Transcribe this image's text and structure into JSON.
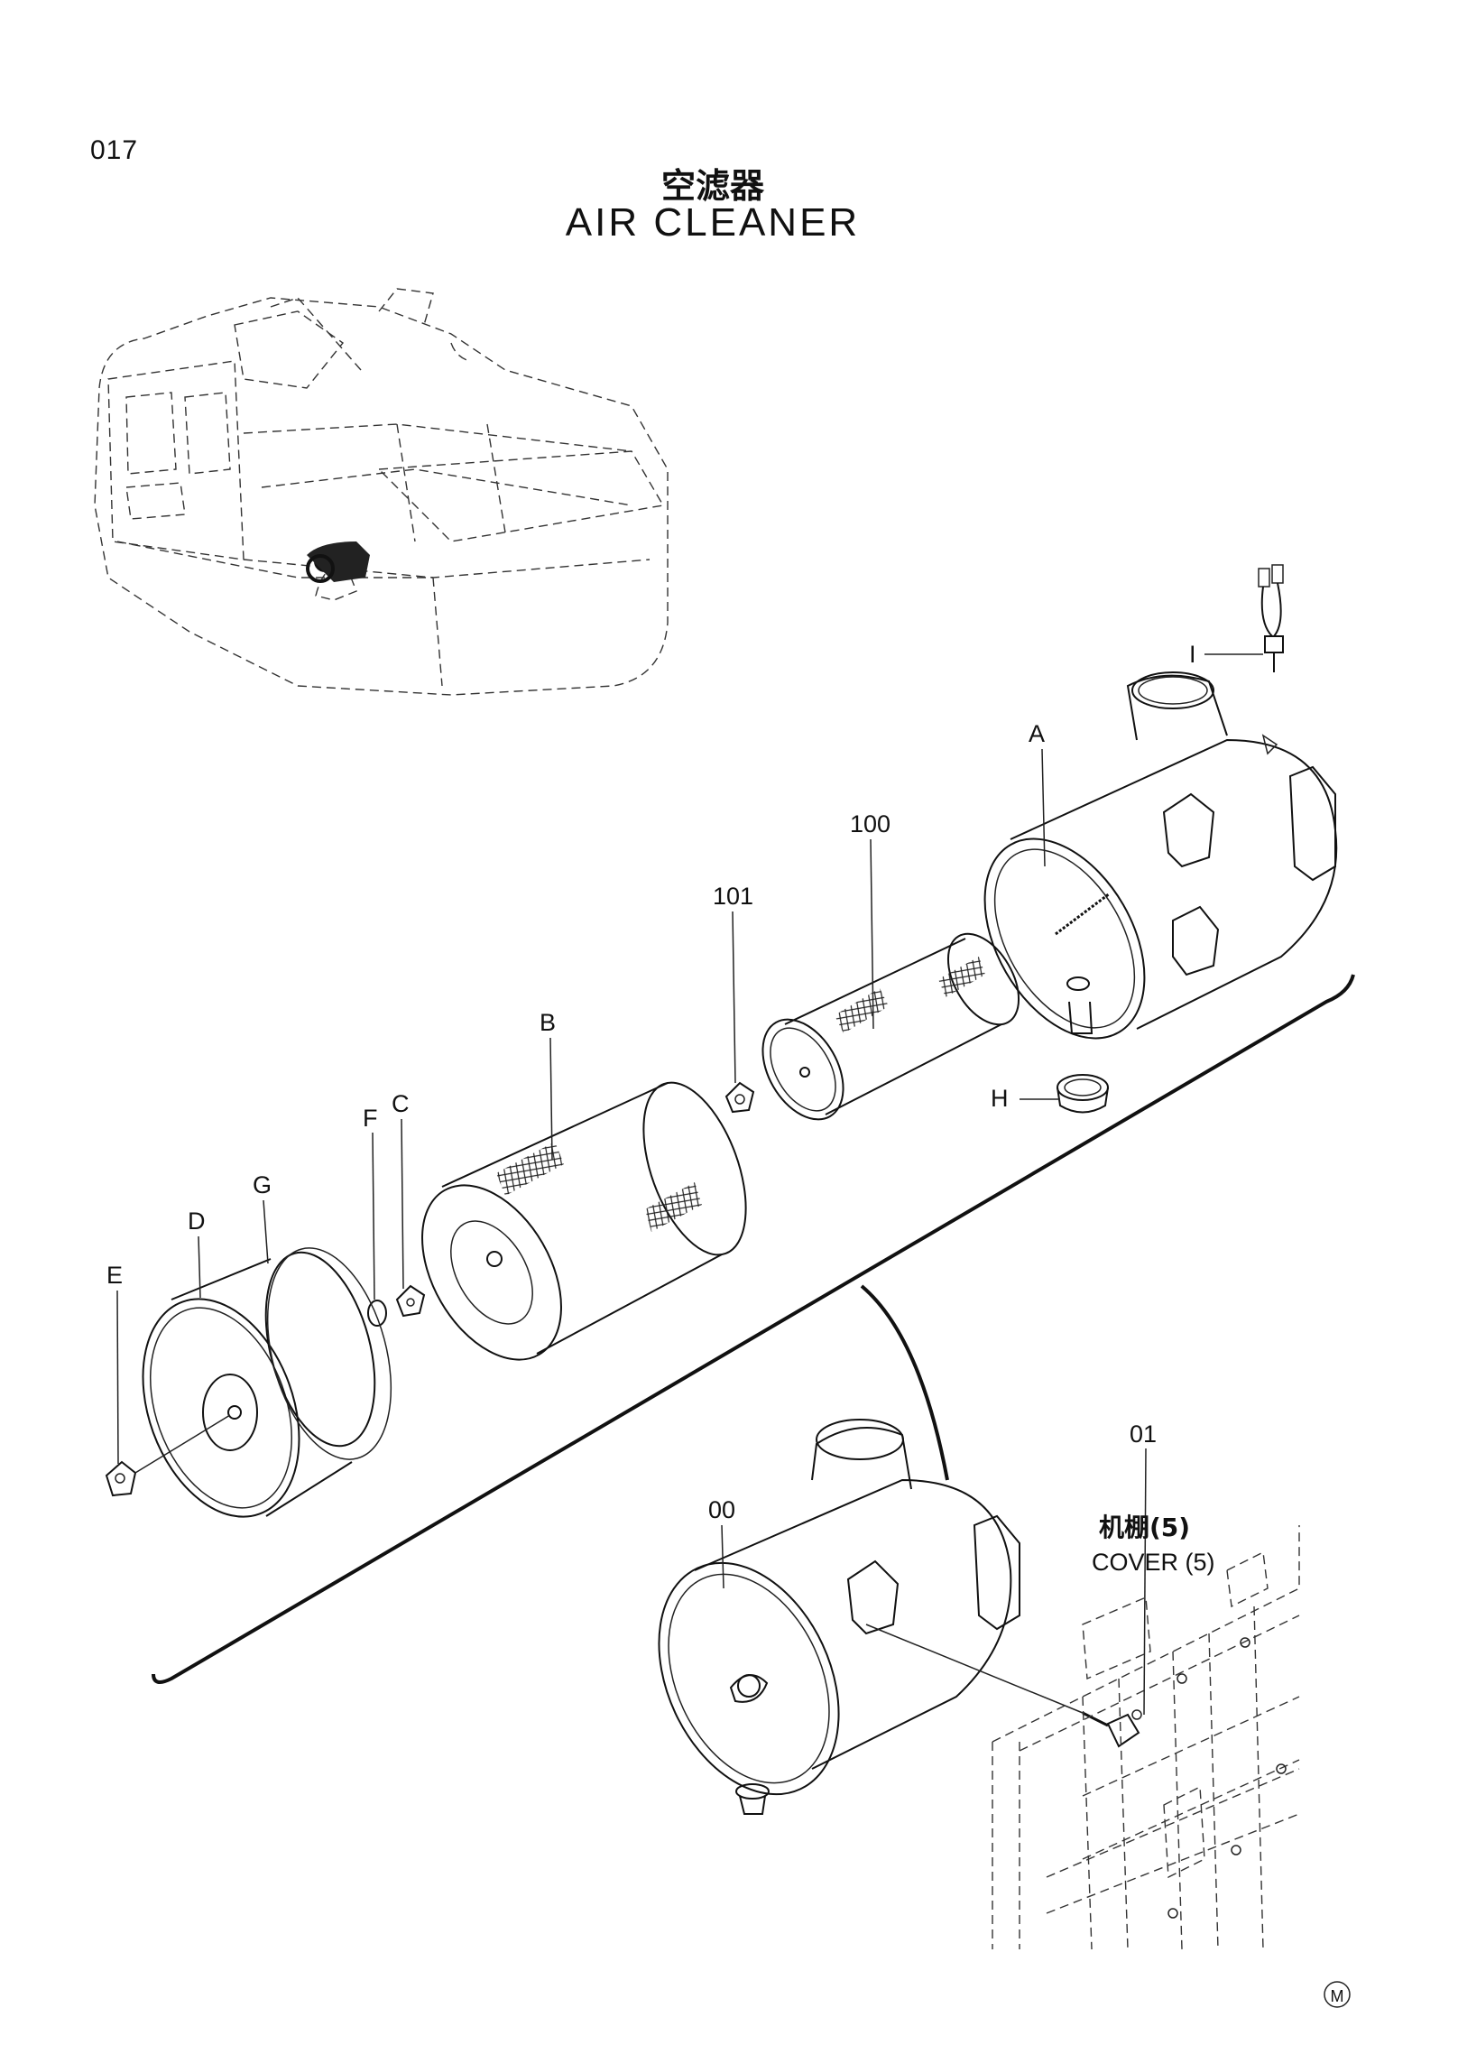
{
  "header": {
    "page_number": "017",
    "title_cn": "空滤器",
    "title_en": "AIR CLEANER"
  },
  "callouts": {
    "I": "I",
    "A": "A",
    "p100": "100",
    "p101": "101",
    "B": "B",
    "H": "H",
    "C": "C",
    "F": "F",
    "G": "G",
    "D": "D",
    "E": "E",
    "p00": "00",
    "p01": "01"
  },
  "reference": {
    "cover_cn": "机棚(5)",
    "cover_en": "COVER (5)"
  },
  "footer": {
    "mark": "M"
  }
}
